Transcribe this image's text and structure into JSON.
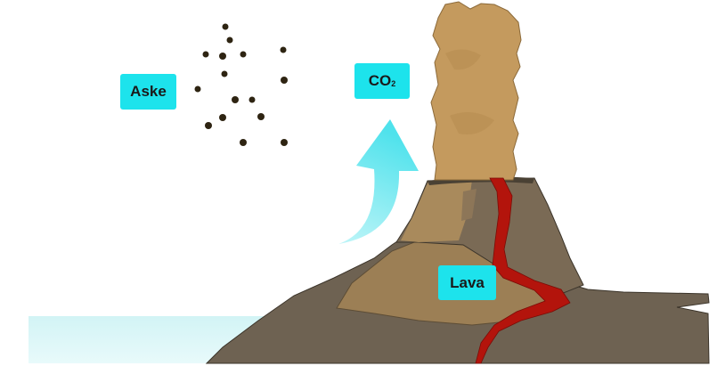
{
  "labels": {
    "ash": "Aske",
    "co2_main": "CO",
    "co2_sub": "2",
    "lava": "Lava"
  },
  "colors": {
    "label_bg": "#1de3ec",
    "water": "#d6f5f6",
    "rock_dark": "#6e6252",
    "rock_light": "#b09060",
    "ash_cloud": "#c49a5e",
    "lava": "#b3140c",
    "arrow": "#62e6ef",
    "ash_particle": "#2e2412"
  }
}
